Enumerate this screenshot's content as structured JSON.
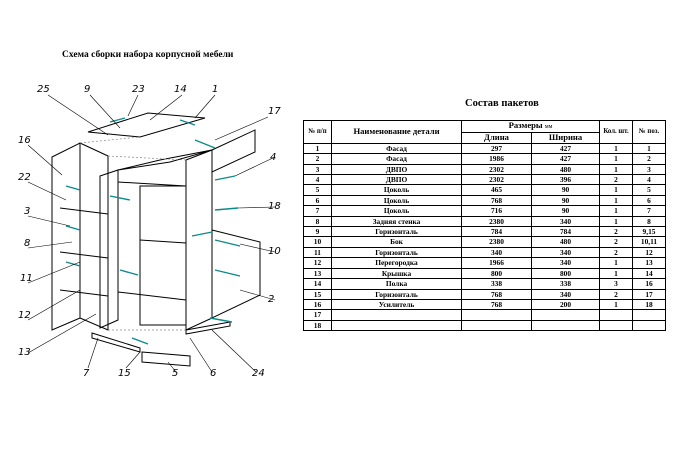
{
  "diagram": {
    "title": "Схема сборки набора корпусной мебели",
    "callouts": [
      "25",
      "9",
      "23",
      "14",
      "1",
      "17",
      "16",
      "22",
      "3",
      "8",
      "11",
      "12",
      "13",
      "7",
      "15",
      "5",
      "6",
      "24",
      "2",
      "10",
      "18",
      "4"
    ]
  },
  "table": {
    "title": "Состав пакетов",
    "headers": {
      "num": "№ п/п",
      "name": "Наименование детали",
      "sizes": "Размеры",
      "sizes_unit": "мм",
      "length": "Длина",
      "width": "Ширина",
      "qty": "Кол. шт.",
      "pos": "№ поз."
    },
    "rows": [
      {
        "n": "1",
        "name": "Фасад",
        "len": "297",
        "wid": "427",
        "qty": "1",
        "pos": "1"
      },
      {
        "n": "2",
        "name": "Фасад",
        "len": "1986",
        "wid": "427",
        "qty": "1",
        "pos": "2"
      },
      {
        "n": "3",
        "name": "ДВПО",
        "len": "2302",
        "wid": "480",
        "qty": "1",
        "pos": "3"
      },
      {
        "n": "4",
        "name": "ДВПО",
        "len": "2302",
        "wid": "396",
        "qty": "2",
        "pos": "4"
      },
      {
        "n": "5",
        "name": "Цоколь",
        "len": "465",
        "wid": "90",
        "qty": "1",
        "pos": "5"
      },
      {
        "n": "6",
        "name": "Цоколь",
        "len": "768",
        "wid": "90",
        "qty": "1",
        "pos": "6"
      },
      {
        "n": "7",
        "name": "Цоколь",
        "len": "716",
        "wid": "90",
        "qty": "1",
        "pos": "7"
      },
      {
        "n": "8",
        "name": "Задняя стенка",
        "len": "2380",
        "wid": "340",
        "qty": "1",
        "pos": "8"
      },
      {
        "n": "9",
        "name": "Горизонталь",
        "len": "784",
        "wid": "784",
        "qty": "2",
        "pos": "9,15"
      },
      {
        "n": "10",
        "name": "Бок",
        "len": "2380",
        "wid": "480",
        "qty": "2",
        "pos": "10,11"
      },
      {
        "n": "11",
        "name": "Горизонталь",
        "len": "340",
        "wid": "340",
        "qty": "2",
        "pos": "12"
      },
      {
        "n": "12",
        "name": "Перегородка",
        "len": "1966",
        "wid": "340",
        "qty": "1",
        "pos": "13"
      },
      {
        "n": "13",
        "name": "Крышка",
        "len": "800",
        "wid": "800",
        "qty": "1",
        "pos": "14"
      },
      {
        "n": "14",
        "name": "Полка",
        "len": "338",
        "wid": "338",
        "qty": "3",
        "pos": "16"
      },
      {
        "n": "15",
        "name": "Горизонталь",
        "len": "768",
        "wid": "340",
        "qty": "2",
        "pos": "17"
      },
      {
        "n": "16",
        "name": "Усилитель",
        "len": "768",
        "wid": "200",
        "qty": "1",
        "pos": "18"
      },
      {
        "n": "17",
        "name": "",
        "len": "",
        "wid": "",
        "qty": "",
        "pos": ""
      },
      {
        "n": "18",
        "name": "",
        "len": "",
        "wid": "",
        "qty": "",
        "pos": ""
      }
    ]
  }
}
